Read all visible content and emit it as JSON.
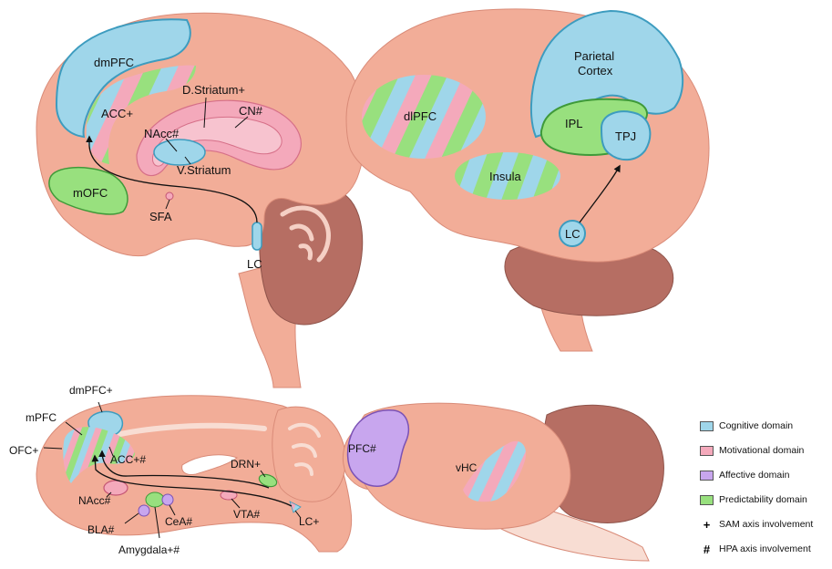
{
  "colors": {
    "cognitive": "#9fd6ea",
    "motivational": "#f4a9bb",
    "affective": "#c8a6ee",
    "predictability": "#98e07e",
    "brain": "#f2ad98",
    "brain_dark": "#e58f7a",
    "cerebellum": "#b66e63",
    "border_blue": "#3d9cbf"
  },
  "human_medial": {
    "dmpfc": "dmPFC",
    "acc": "ACC+",
    "nacc": "NAcc#",
    "d_striatum": "D.Striatum+",
    "cn": "CN#",
    "v_striatum": "V.Striatum",
    "mofc": "mOFC",
    "sfa": "SFA",
    "lc": "LC"
  },
  "human_lateral": {
    "dlpfc": "dlPFC",
    "parietal_line1": "Parietal",
    "parietal_line2": "Cortex",
    "ipl": "IPL",
    "tpj": "TPJ",
    "insula": "Insula",
    "lc": "LC"
  },
  "rodent_medial": {
    "dmpfc": "dmPFC+",
    "mpfc": "mPFC",
    "ofc": "OFC+",
    "acc": "ACC+#",
    "drn": "DRN+",
    "nacc": "NAcc#",
    "bla": "BLA#",
    "cea": "CeA#",
    "amygdala": "Amygdala+#",
    "vta": "VTA#",
    "lc": "LC+"
  },
  "rodent_lateral": {
    "pfc": "PFC#",
    "vhc": "vHC"
  },
  "legend": [
    {
      "type": "swatch",
      "color_key": "cognitive",
      "label": "Cognitive domain"
    },
    {
      "type": "swatch",
      "color_key": "motivational",
      "label": "Motivational domain"
    },
    {
      "type": "swatch",
      "color_key": "affective",
      "label": "Affective domain"
    },
    {
      "type": "swatch",
      "color_key": "predictability",
      "label": "Predictability domain"
    },
    {
      "type": "symbol",
      "symbol": "+",
      "label": "SAM axis involvement"
    },
    {
      "type": "symbol",
      "symbol": "#",
      "label": "HPA axis involvement"
    }
  ]
}
